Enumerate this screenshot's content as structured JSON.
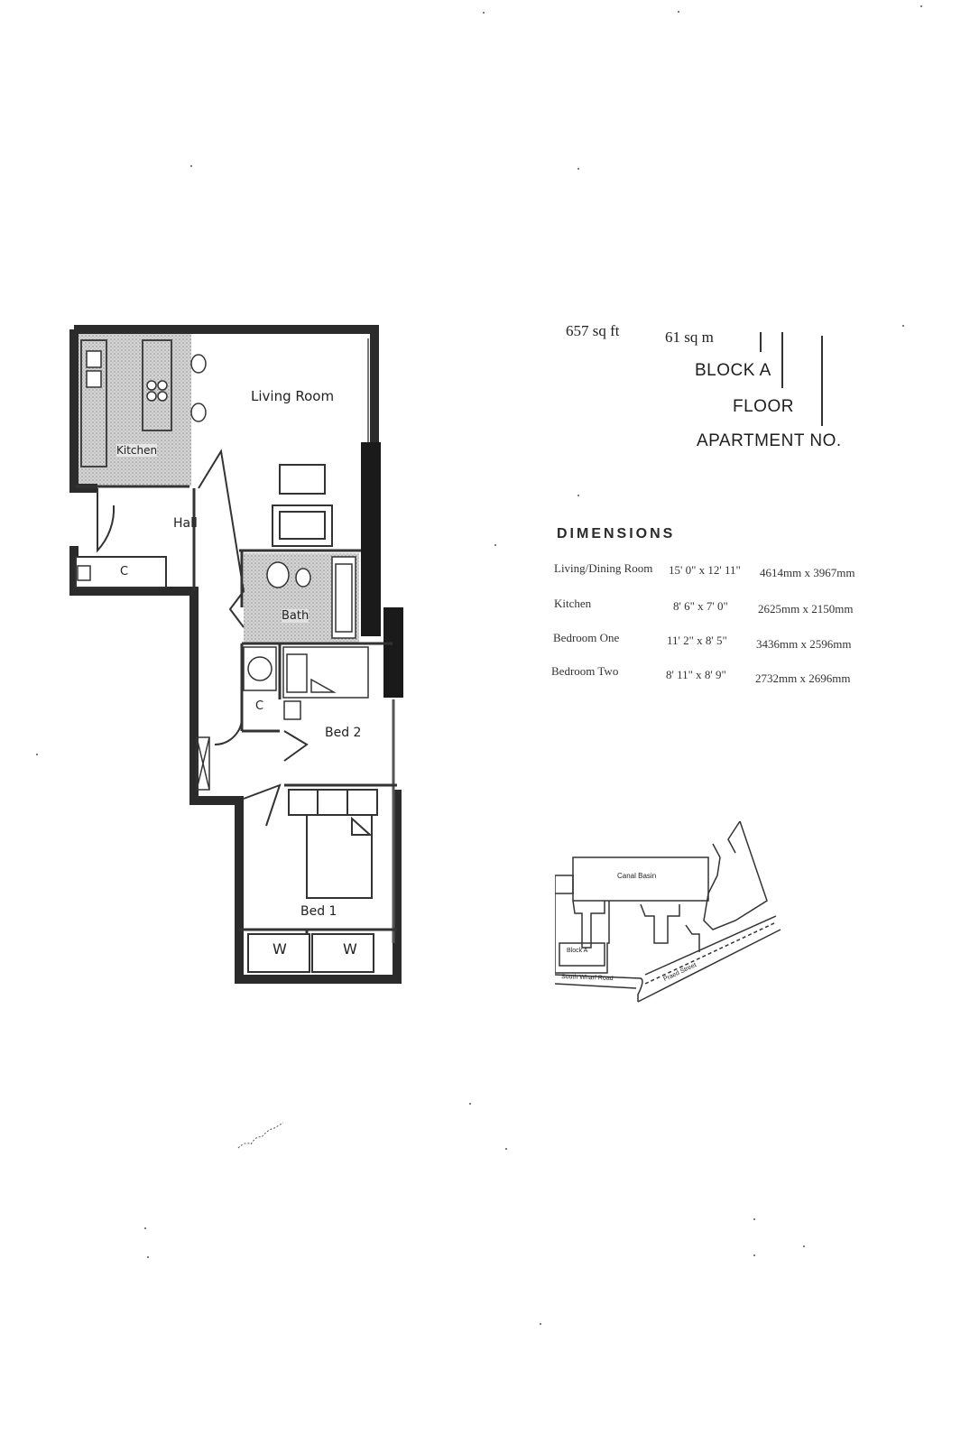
{
  "floorplan": {
    "rooms": {
      "living": "Living Room",
      "kitchen": "Kitchen",
      "hall": "Hall",
      "bath": "Bath",
      "bed2": "Bed 2",
      "bed1": "Bed 1",
      "cupboard": "C",
      "wardrobe": "W"
    }
  },
  "info": {
    "sq_ft": "657 sq ft",
    "sq_m": "61 sq m",
    "block": "BLOCK A",
    "floor": "FLOOR",
    "apartment": "APARTMENT NO."
  },
  "dimensions": {
    "title": "DIMENSIONS",
    "rows": [
      {
        "room": "Living/Dining Room",
        "imperial": "15' 0\" x 12' 11\"",
        "metric": "4614mm x 3967mm"
      },
      {
        "room": "Kitchen",
        "imperial": "8' 6\" x 7' 0\"",
        "metric": "2625mm x 2150mm"
      },
      {
        "room": "Bedroom One",
        "imperial": "11' 2\" x 8' 5\"",
        "metric": "3436mm x 2596mm"
      },
      {
        "room": "Bedroom Two",
        "imperial": "8' 11\" x 8' 9\"",
        "metric": "2732mm x 2696mm"
      }
    ]
  },
  "location_map": {
    "canal_basin": "Canal Basin",
    "block_a": "Block A",
    "road_1": "South Wharf Road",
    "road_2": "Praed Street"
  }
}
